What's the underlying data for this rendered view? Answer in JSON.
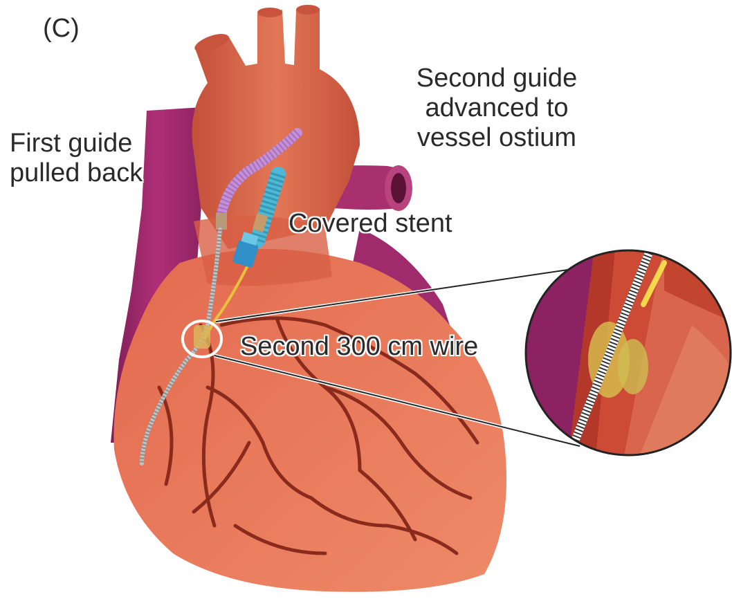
{
  "panel_label": "(C)",
  "labels": {
    "first_guide_line1": "First guide",
    "first_guide_line2": "pulled back",
    "second_guide_line1": "Second guide",
    "second_guide_line2": "advanced to",
    "second_guide_line3": "vessel ostium",
    "covered_stent": "Covered stent",
    "second_wire": "Second 300 cm wire"
  },
  "colors": {
    "myocardium": "#e8765a",
    "aorta": "#d9613f",
    "vein": "#a3276b",
    "coronary_vessel": "#8a2a1c",
    "guide_catheter_first": "#c48fd6",
    "guide_catheter_second": "#4fb8d4",
    "stent": "#e8c23a",
    "wire": "#d8dadb"
  },
  "icons": {
    "heart": "heart-illustration",
    "zoom_inset": "magnified-vessel-inset"
  }
}
